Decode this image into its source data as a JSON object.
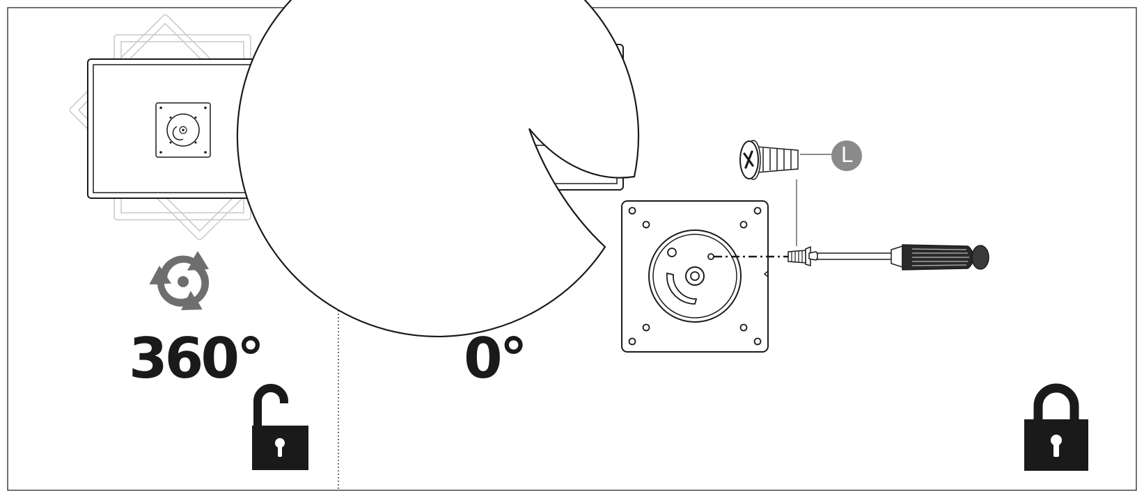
{
  "panels": {
    "rotate": {
      "angle_label": "360°",
      "lock_state": "unlocked"
    },
    "fixed": {
      "angle_label": "0°",
      "lock_state": "locked",
      "screw_label": "L"
    }
  },
  "colors": {
    "ink": "#1a1a1a",
    "light_outline": "#cfcfcf",
    "arrow_gray": "#6e6e6e",
    "badge_gray": "#8a8a8a"
  },
  "icons": [
    "rotate-arrows-icon",
    "unlocked-padlock-icon",
    "locked-padlock-icon",
    "screw-icon",
    "screwdriver-icon"
  ]
}
